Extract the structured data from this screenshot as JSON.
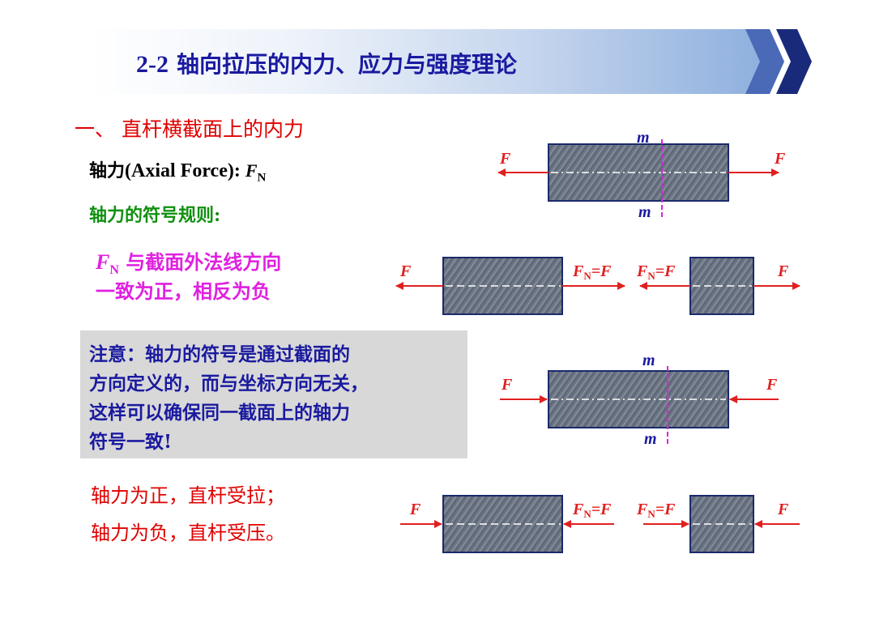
{
  "header": {
    "number": "2-2",
    "title": "轴向拉压的内力、应力与强度理论"
  },
  "section": {
    "heading": "一、 直杆横截面上的内力"
  },
  "axial_force": {
    "label_cn": "轴力",
    "label_en": "(Axial Force): ",
    "symbol": "F",
    "subscript": "N"
  },
  "sign_rule": {
    "heading": "轴力的符号规则:",
    "line1_symbol": "F",
    "line1_subscript": "N",
    "line1_text": " 与截面外法线方向",
    "line2": "一致为正，相反为负"
  },
  "note": {
    "lines": [
      "注意：轴力的符号是通过截面的",
      "方向定义的，而与坐标方向无关，",
      "这样可以确保同一截面上的轴力",
      "符号一致!"
    ]
  },
  "conclusion": {
    "line1": "轴力为正，直杆受拉；",
    "line2": "轴力为负，直杆受压。"
  },
  "diagram": {
    "force": "F",
    "section": "m",
    "fn_main": "F",
    "fn_sub": "N",
    "fn_rest": "=F",
    "colors": {
      "bar_fill": "#6c7584",
      "bar_border": "#1a2a6a",
      "arrow": "#e02020",
      "section_line": "#e020e0",
      "title": "#1a1aa0",
      "heading": "#e00000",
      "rule": "#109010",
      "positive": "#e020e0"
    }
  }
}
